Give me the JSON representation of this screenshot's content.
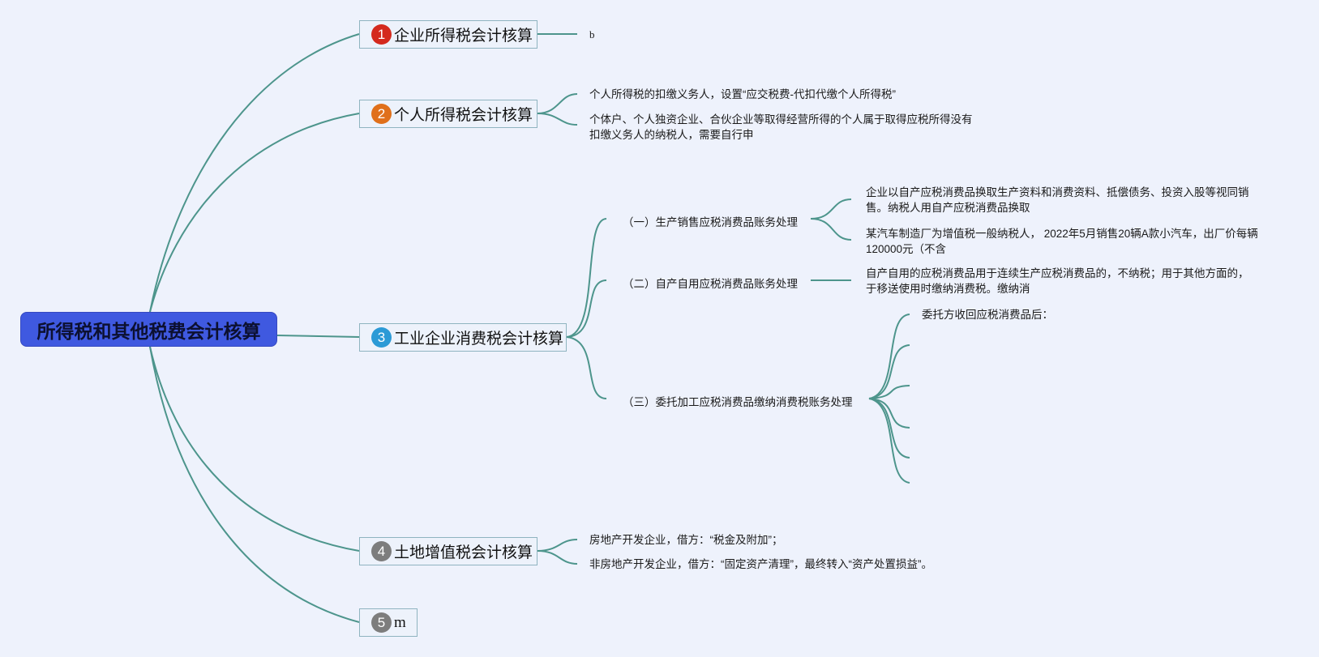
{
  "root": {
    "label": "所得税和其他税费会计核算"
  },
  "topics": [
    {
      "number": "1",
      "label": "企业所得税会计核算",
      "badge_color": "#d42a1e",
      "leaves": [
        "b"
      ]
    },
    {
      "number": "2",
      "label": "个人所得税会计核算",
      "badge_color": "#e0701b",
      "leaves": [
        "个人所得税的扣缴义务人，设置“应交税费-代扣代缴个人所得税”",
        [
          "个体户、个人独资企业、合伙企业等取得经营所得的个人属于取得应税所得没有",
          "扣缴义务人的纳税人，需要自行申"
        ]
      ]
    },
    {
      "number": "3",
      "label": "工业企业消费税会计核算",
      "badge_color": "#2c9ad6",
      "subtopics": [
        {
          "label": "（一）生产销售应税消费品账务处理",
          "leaves": [
            [
              "企业以自产应税消费品换取生产资料和消费资料、抵偿债务、投资入股等视同销",
              "售。纳税人用自产应税消费品换取"
            ],
            [
              "某汽车制造厂为增值税一般纳税人， 2022年5月销售20辆A款小汽车，出厂价每辆",
              "120000元（不含"
            ]
          ]
        },
        {
          "label": "（二）自产自用应税消费品账务处理",
          "leaves": [
            [
              "自产自用的应税消费品用于连续生产应税消费品的，不纳税；用于其他方面的，",
              "于移送使用时缴纳消费税。缴纳消"
            ]
          ]
        },
        {
          "label": "（三）委托加工应税消费品缴纳消费税账务处理",
          "leaves": [
            "委托方收回应税消费品后："
          ]
        }
      ]
    },
    {
      "number": "4",
      "label": "土地增值税会计核算",
      "badge_color": "#7d7d7d",
      "leaves": [
        "房地产开发企业，借方：“税金及附加”；",
        "非房地产开发企业，借方：“固定资产清理”，最终转入“资产处置损益”。"
      ]
    },
    {
      "number": "5",
      "label": "m",
      "badge_color": "#7d7d7d"
    }
  ],
  "colors": {
    "line": "#4d958c",
    "root_fill": "#3f59e0",
    "background": "#eef2fc"
  }
}
